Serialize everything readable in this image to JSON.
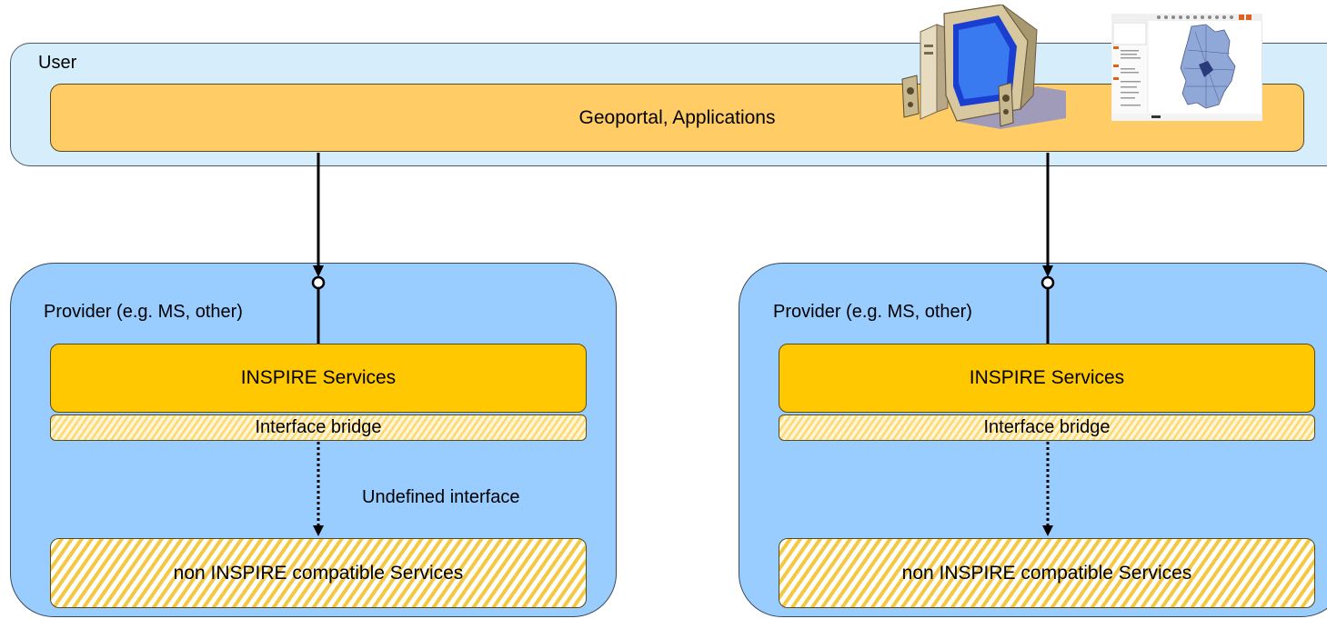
{
  "user": {
    "label": "User"
  },
  "geoportal": {
    "label": "Geoportal, Applications"
  },
  "providers": [
    {
      "label": "Provider (e.g. MS, other)",
      "inspire_services": "INSPIRE Services",
      "interface_bridge": "Interface bridge",
      "non_inspire": "non INSPIRE compatible Services"
    },
    {
      "label": "Provider (e.g. MS, other)",
      "inspire_services": "INSPIRE Services",
      "interface_bridge": "Interface bridge",
      "non_inspire": "non INSPIRE compatible Services"
    }
  ],
  "undefined_interface": "Undefined interface",
  "icons": [
    "computer-icon",
    "map-application-screenshot-icon"
  ]
}
